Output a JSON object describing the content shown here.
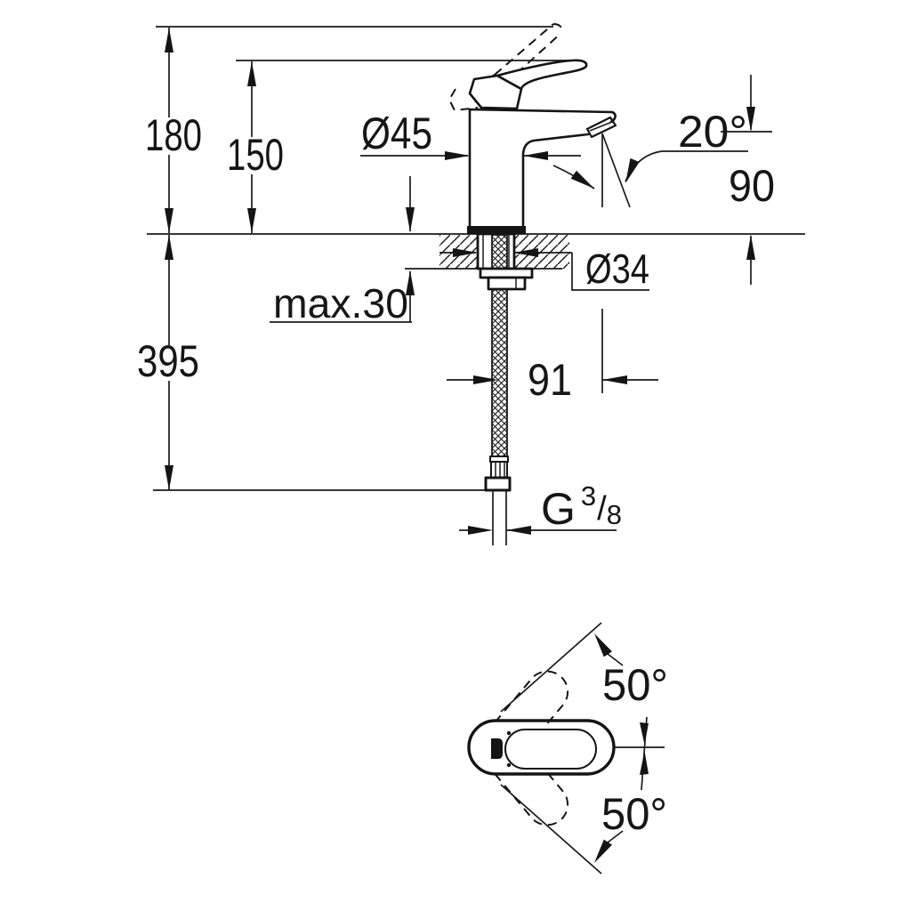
{
  "meta": {
    "type": "technical-dimension-drawing",
    "subject": "single-lever-basin-mixer",
    "background": "#ffffff",
    "line_color": "#1a1a1a"
  },
  "labels": {
    "dim_180": "180",
    "dim_150": "150",
    "dia_45": "Ø45",
    "angle_20": "20°",
    "dim_90": "90",
    "dia_34": "Ø34",
    "max_30": "max.30",
    "dim_395": "395",
    "dim_91": "91",
    "thread_g": "G",
    "thread_num": "3",
    "thread_slash": "/",
    "thread_den": "8",
    "angle_50_upper": "50°",
    "angle_50_lower": "50°"
  },
  "views": {
    "side_elevation_dimensions": [
      "180",
      "150",
      "Ø45",
      "20°",
      "90",
      "max.30",
      "Ø34",
      "395",
      "91",
      "G 3/8"
    ],
    "plan_view_angles": [
      "50°",
      "50°"
    ]
  }
}
